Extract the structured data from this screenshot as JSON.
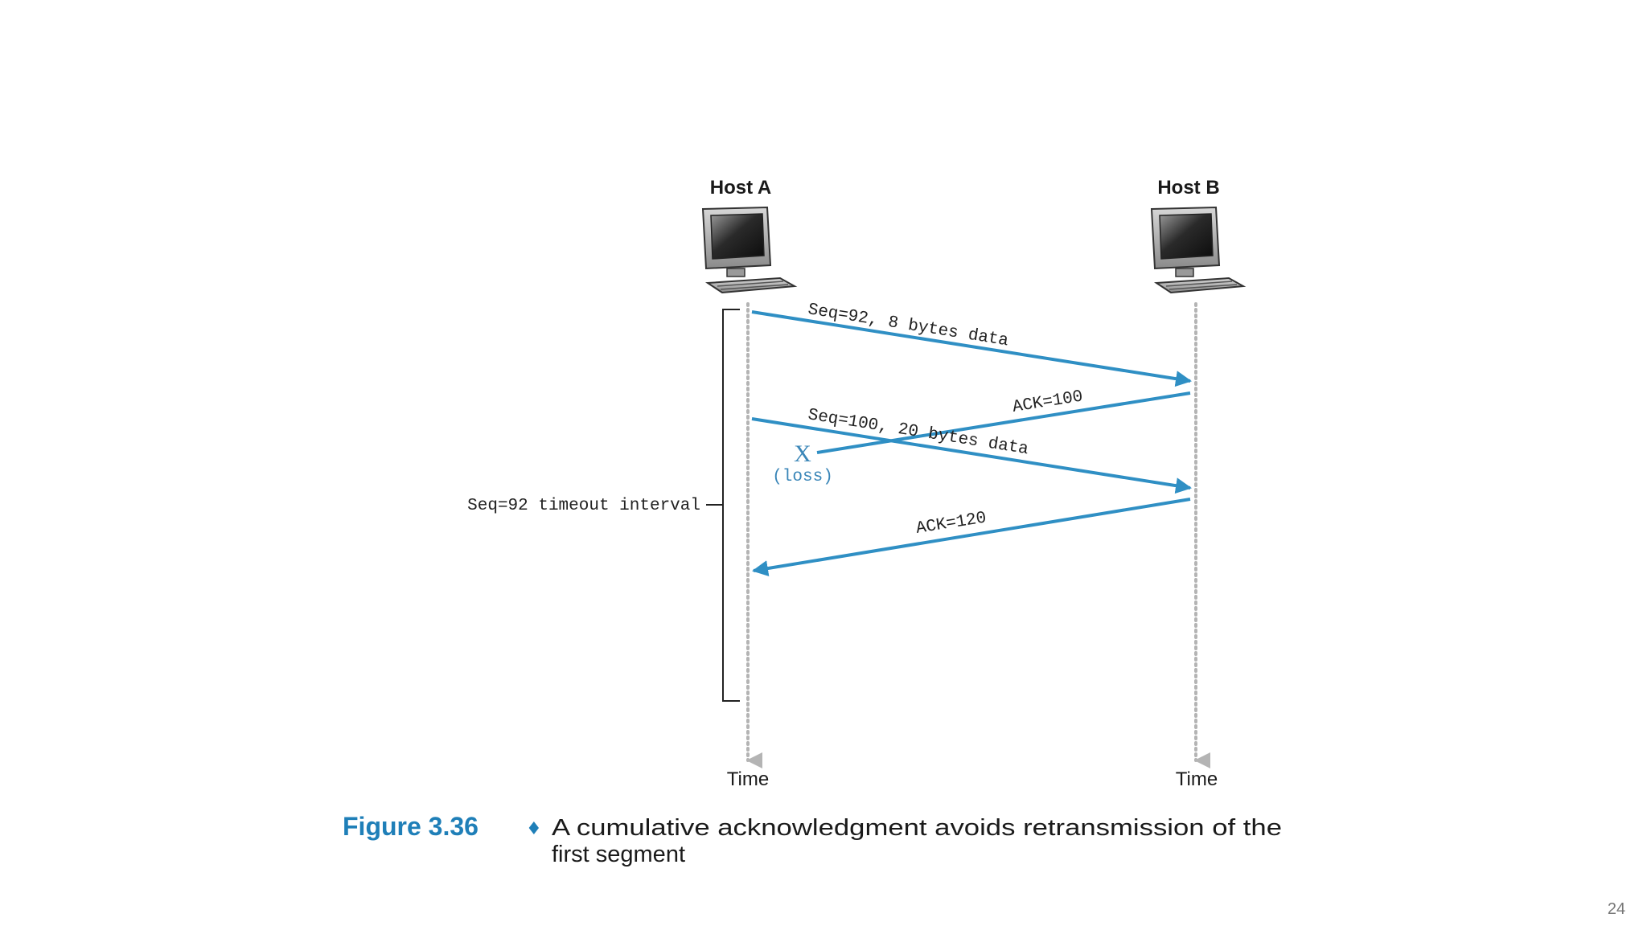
{
  "host_a": {
    "label": "Host A",
    "time_label": "Time"
  },
  "host_b": {
    "label": "Host B",
    "time_label": "Time"
  },
  "messages": [
    {
      "text": "Seq=92, 8 bytes data",
      "from": "Host A",
      "to": "Host B"
    },
    {
      "text": "ACK=100",
      "from": "Host B",
      "to": "Host A",
      "lost": true
    },
    {
      "text": "Seq=100, 20 bytes data",
      "from": "Host A",
      "to": "Host B"
    },
    {
      "text": "ACK=120",
      "from": "Host B",
      "to": "Host A"
    }
  ],
  "loss": {
    "mark": "X",
    "label": "(loss)"
  },
  "timeout_label": "Seq=92 timeout interval",
  "caption": {
    "figure_number": "Figure 3.36",
    "bullet": "♦",
    "line1": "A cumulative acknowledgment avoids retransmission of the",
    "line2": "first segment"
  },
  "page_number": "24",
  "colors": {
    "arrow": "#2f8fc4",
    "figure_label": "#1f7fb8",
    "timeline": "#b4b4b4"
  }
}
